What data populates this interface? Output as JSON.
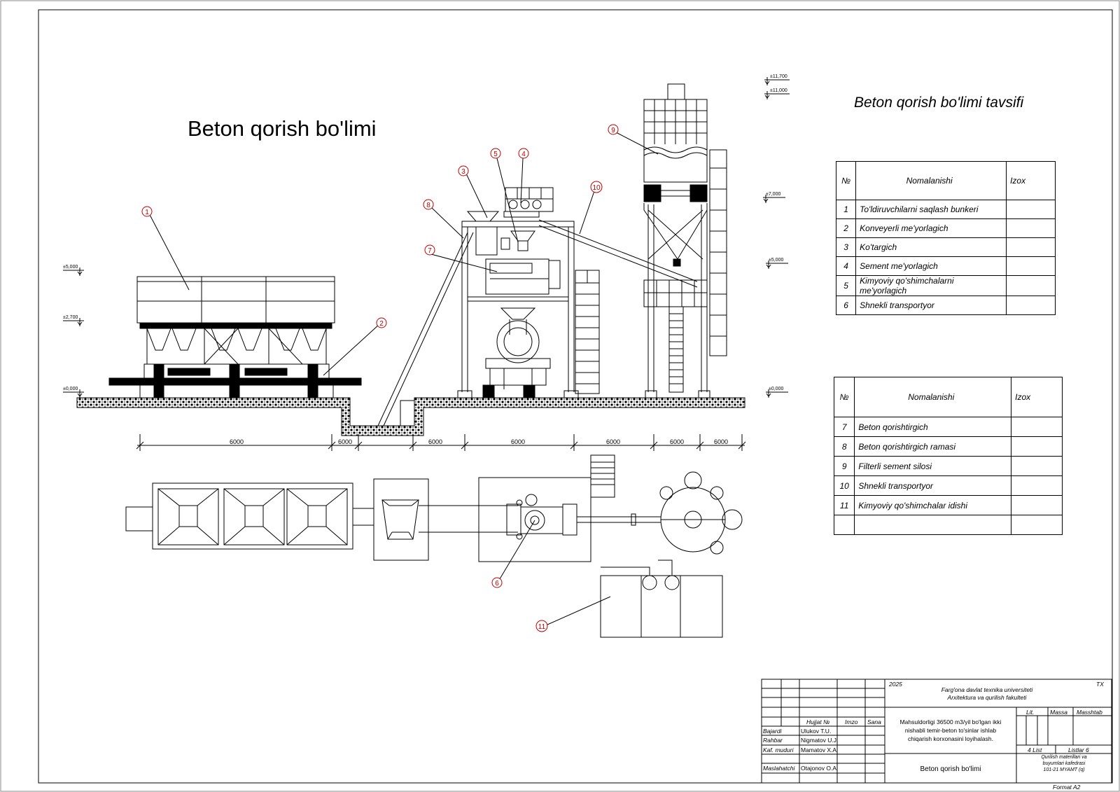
{
  "titles": {
    "main": "Beton qorish bo'limi",
    "spec": "Beton qorish bo'limi tavsifi"
  },
  "levels": [
    "±11,700",
    "±11,000",
    "±7,000",
    "±5,000",
    "±5,000",
    "±2,700",
    "±0,000",
    "±0,000"
  ],
  "dimensions": [
    "6000",
    "6000",
    "6000",
    "6000",
    "6000",
    "6000",
    "6000"
  ],
  "leaders": [
    "1",
    "2",
    "3",
    "4",
    "5",
    "6",
    "7",
    "8",
    "9",
    "10",
    "11"
  ],
  "spec_table_1": {
    "headers": {
      "no": "№",
      "name": "Nomalanishi",
      "izox": "Izox"
    },
    "rows": [
      {
        "no": "1",
        "name": "To'ldiruvchilarni saqlash bunkeri"
      },
      {
        "no": "2",
        "name": "Konveyerli me'yorlagich"
      },
      {
        "no": "3",
        "name": "Ko'targich"
      },
      {
        "no": "4",
        "name": "Sement me'yorlagich"
      },
      {
        "no": "5",
        "name": "Kimyoviy qo'shimchalarni me'yorlagich"
      },
      {
        "no": "6",
        "name": "Shnekli transportyor"
      }
    ]
  },
  "spec_table_2": {
    "headers": {
      "no": "№",
      "name": "Nomalanishi",
      "izox": "Izox"
    },
    "rows": [
      {
        "no": "7",
        "name": "Beton qorishtirgich"
      },
      {
        "no": "8",
        "name": "Beton qorishtirgich ramasi"
      },
      {
        "no": "9",
        "name": "Filterli sement silosi"
      },
      {
        "no": "10",
        "name": "Shnekli transportyor"
      },
      {
        "no": "11",
        "name": "Kimyoviy qo'shimchalar idishi"
      },
      {
        "no": "",
        "name": ""
      }
    ]
  },
  "title_block": {
    "year": "2025",
    "code": "TX",
    "university": "Farg'ona davlat texnika universiteti",
    "faculty": "Arxitektura va qurilish fakulteti",
    "col_hujjat": "Hujjat №",
    "col_imzo": "Imzo",
    "col_sana": "Sana",
    "roles": [
      {
        "role": "Bajardi",
        "name": "Ulukov T.U."
      },
      {
        "role": "Rahbar",
        "name": "Nigmatov U.J."
      },
      {
        "role": "Kaf. muduri",
        "name": "Mamatov X.A."
      },
      {
        "role": "Maslahatchi",
        "name": "Otajonov O.A."
      }
    ],
    "project_l1": "Mahsuldorligi 36500 m3/yil bo'lgan ikki",
    "project_l2": "nishabli temir-beton to'sinlar ishlab",
    "project_l3": "chiqarish korxonasini loyihalash.",
    "lit": "Lit.",
    "massa": "Massa",
    "masshtab": "Masshtab",
    "list": "4 List",
    "listlar": "Listlar 6",
    "sheet_title": "Beton qorish bo'limi",
    "dept_l1": "Qurilish materillari va",
    "dept_l2": "buyumlari kafedrasi",
    "dept_l3": "101-21 MYAMT (q)",
    "format": "Format A2"
  }
}
